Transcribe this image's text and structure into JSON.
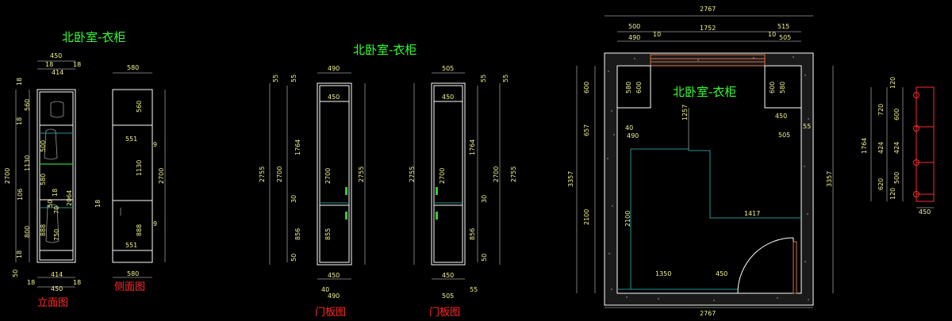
{
  "titles": {
    "t1": "北卧室-衣柜",
    "t2": "北卧室-衣柜",
    "t3": "北卧室-衣柜"
  },
  "captions": {
    "front": "立面图",
    "side": "侧面图",
    "door1": "门板图",
    "door2": "门板图"
  },
  "colors": {
    "title": "#33ff33",
    "caption": "#ff2a2a",
    "dimension": "#f2f28c",
    "line": "#ffffff"
  },
  "front_view": {
    "top": [
      "450",
      "18",
      "414",
      "18"
    ],
    "left": [
      "18",
      "560",
      "18",
      "1130",
      "106",
      "800",
      "18",
      "2700",
      "50"
    ],
    "inner": [
      "500",
      "580",
      "18",
      "50",
      "70",
      "888",
      "750",
      "2064"
    ],
    "bottom": [
      "18",
      "414",
      "18",
      "450"
    ]
  },
  "side_view": {
    "top": "580",
    "inner": [
      "560",
      "551",
      "1130",
      "9",
      "888",
      "18",
      "9",
      "551"
    ],
    "right": "2700",
    "bottom": "580"
  },
  "door1": {
    "top": [
      "490",
      "55",
      "55",
      "450"
    ],
    "dims": [
      "2755",
      "2700",
      "1764",
      "30",
      "856",
      "50",
      "2700",
      "855",
      "2755"
    ],
    "bottom": [
      "450",
      "40",
      "490"
    ]
  },
  "door2": {
    "top": [
      "505",
      "55",
      "55",
      "450"
    ],
    "dims": [
      "2755",
      "2700",
      "1764",
      "30",
      "856",
      "50",
      "2700",
      "2755"
    ],
    "bottom": [
      "450",
      "505",
      "55"
    ]
  },
  "plan": {
    "top": [
      "2767",
      "500",
      "515",
      "490",
      "10",
      "1752",
      "10",
      "505"
    ],
    "left": [
      "600",
      "657",
      "3357",
      "2100"
    ],
    "inner": [
      "580",
      "600",
      "40",
      "490",
      "1257",
      "600",
      "580",
      "450",
      "505",
      "55",
      "2100",
      "1417",
      "1350",
      "450"
    ],
    "right": "3357",
    "bottom": "2767"
  },
  "right_panel": {
    "dims": [
      "120",
      "720",
      "600",
      "1764",
      "424",
      "424",
      "620",
      "500",
      "120",
      "450"
    ]
  }
}
